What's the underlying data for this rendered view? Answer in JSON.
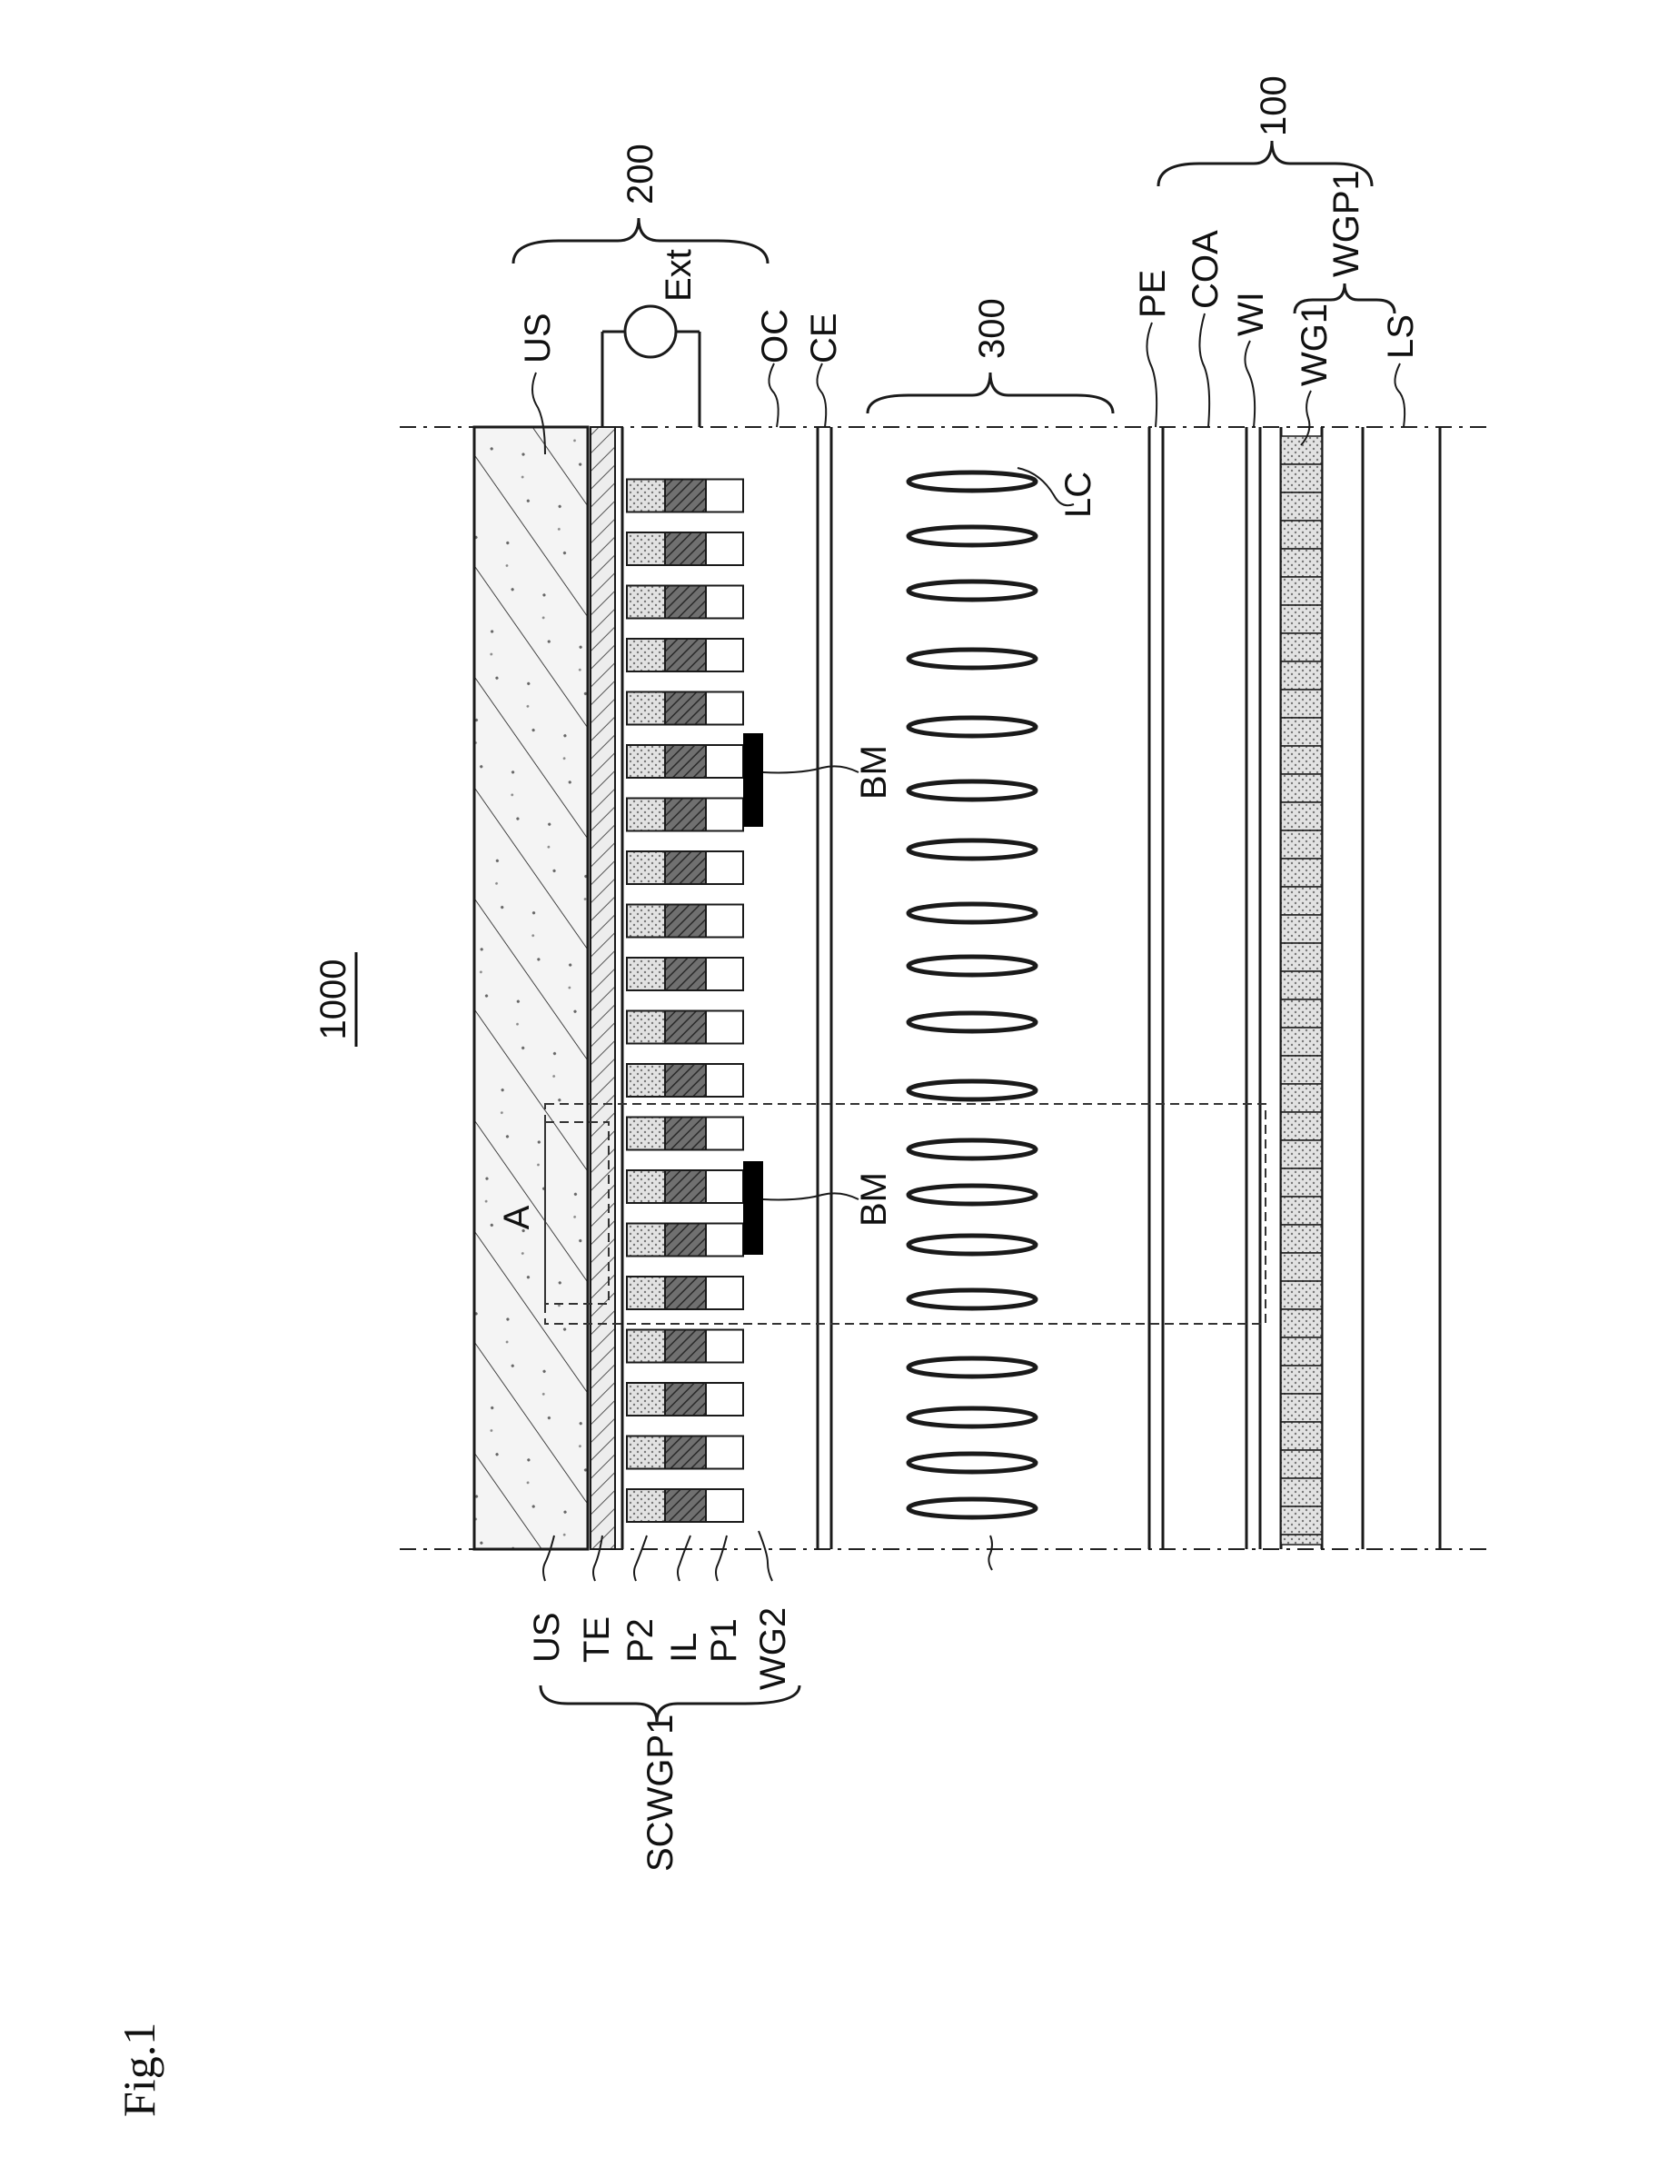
{
  "figure_label": "Fig.1",
  "device_label": "1000",
  "upper_labels": {
    "us_left": "US",
    "us_right": "US",
    "ext": "Ext",
    "oc": "OC",
    "ce": "CE"
  },
  "layer_labels_left": [
    "US",
    "TE",
    "P2",
    "IL",
    "P1",
    "WG2"
  ],
  "group_left": "SCWGP1",
  "group_200": "200",
  "group_300": "300",
  "lc_label": "LC",
  "bm_labels": [
    "BM",
    "BM"
  ],
  "region_a": "A",
  "lower_labels": {
    "pe": "PE",
    "coa": "COA",
    "wi": "WI",
    "wg1": "WG1",
    "ls": "LS",
    "wgp1": "WGP1",
    "group_100": "100"
  },
  "colors": {
    "line": "#1a1a1a",
    "stipple": "#d6d6d6",
    "hatch_dark": "#5a5a5a",
    "black_matrix": "#000000"
  }
}
